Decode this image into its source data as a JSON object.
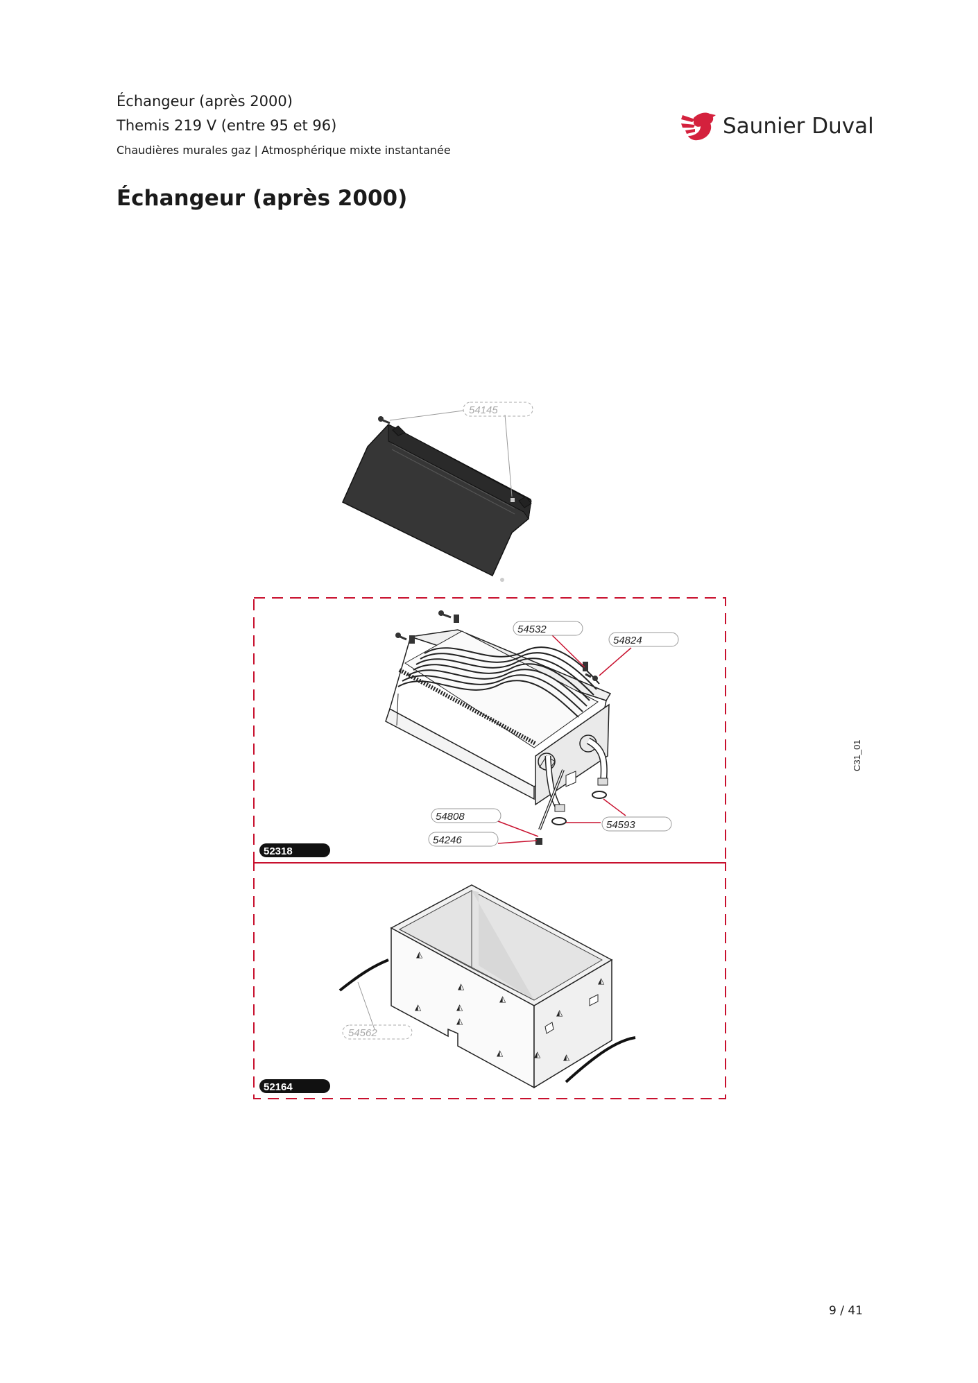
{
  "header": {
    "line1": "Échangeur (après 2000)",
    "line2": "Themis 219 V (entre 95 et 96)",
    "line3": "Chaudières murales gaz | Atmosphérique mixte instantanée"
  },
  "title": "Échangeur (après 2000)",
  "brand": {
    "name": "Saunier Duval",
    "color": "#d4213d"
  },
  "diagram": {
    "ref_code": "C31_01",
    "callouts": {
      "c54145": "54145",
      "c54532": "54532",
      "c54824": "54824",
      "c54808": "54808",
      "c54246": "54246",
      "c54593": "54593",
      "c54562": "54562"
    },
    "kits": {
      "k52318": "52318",
      "k52164": "52164"
    }
  },
  "page_number": "9 / 41"
}
